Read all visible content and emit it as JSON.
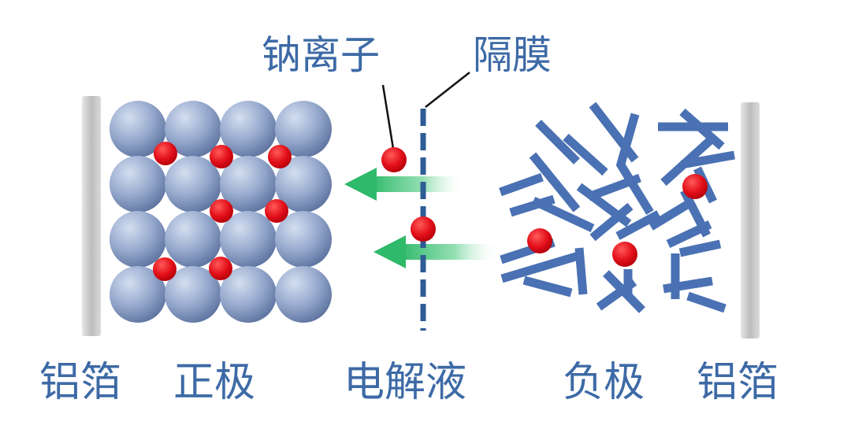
{
  "labels": {
    "sodium_ion": "钠离子",
    "separator": "隔膜",
    "foil_left": "铝箔",
    "cathode": "正极",
    "electrolyte": "电解液",
    "anode": "负极",
    "foil_right": "铝箔"
  },
  "colors": {
    "label_text": "#3d6aa6",
    "ion": "#e3101a",
    "sphere": "#8ea2c8",
    "rod": "#4a71b3",
    "separator": "#2d5b95",
    "arrow": "#2fb96a",
    "foil": "#cfcfcf"
  },
  "structure": {
    "cathode_grid": {
      "rows": 4,
      "cols": 4
    },
    "cathode_ions": 7,
    "anode_ions": 3,
    "ions_in_transit": 2,
    "arrows": 2,
    "arrow_direction": "anode-to-cathode"
  }
}
